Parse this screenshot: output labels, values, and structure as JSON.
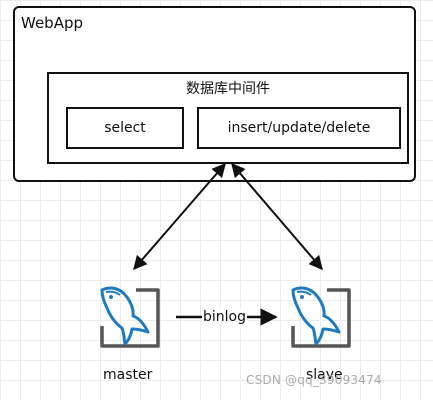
{
  "webapp": {
    "title": "WebApp"
  },
  "middleware": {
    "title": "数据库中间件"
  },
  "operations": {
    "read": "select",
    "write": "insert/update/delete"
  },
  "databases": {
    "master": "master",
    "slave": "slave"
  },
  "replication": {
    "label": "binlog"
  },
  "watermark": "CSDN @qq_39093474",
  "colors": {
    "db_icon": "#1f7bbf",
    "db_frame": "#555555",
    "line": "#111111"
  }
}
